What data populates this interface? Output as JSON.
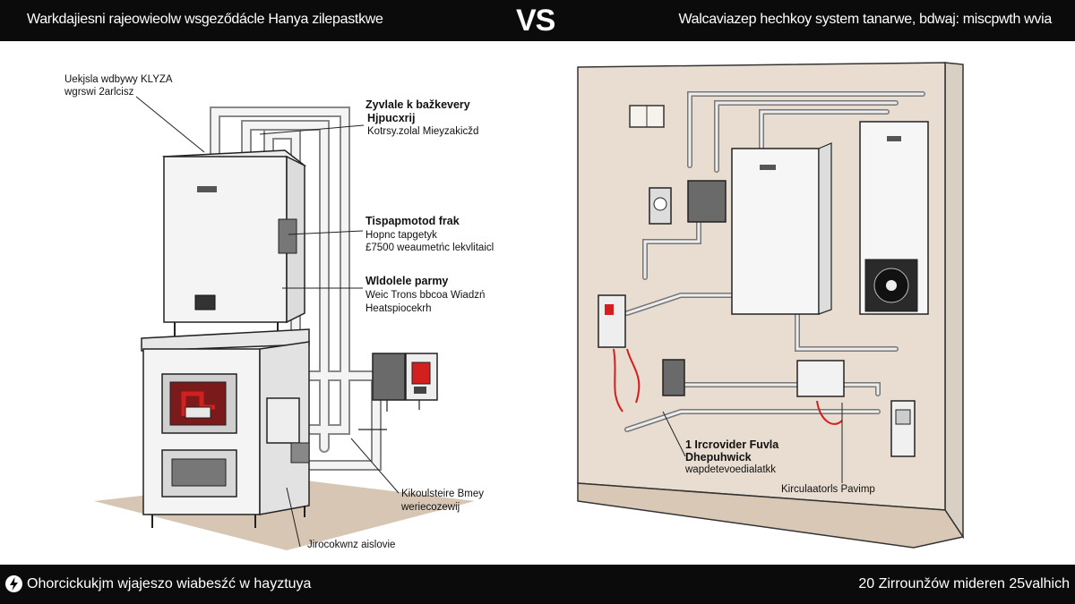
{
  "header": {
    "left_title": "Warkdajiesni rajeowieolw wsgeződácle Hanya zilepastkwe",
    "vs": "VS",
    "right_title": "Walcaviazep hechkoy system  tanarwe, bdwaj: miscpwth wvia"
  },
  "footer": {
    "left_text": "Ohorcickukjm wjajeszo wiabesźć w hayztuya",
    "right_text": "20 Zirrounžów mideren 25valhich"
  },
  "left_labels": {
    "top_label_1": "Uekjsla wdbywy KLYZA",
    "top_label_2": "wgrswi 2arlcisz",
    "zywiale_title": "Zyvlale k bažkevery",
    "zywiale_line2": "Hjpucxrij",
    "zywiale_line3": "Kotrsy.zolal Mieyzakicžd",
    "tisp_title": "Tispapmotod frak",
    "tisp_line2": "Hopnc tapgetyk",
    "tisp_line3": "£7500 weaumetńc lekvlitaicl",
    "wido_title": "Wldolele parmy",
    "wido_line2": "Weic Trons bbcoa Wiadzń",
    "wido_line3": "Heatspiocekrh",
    "kiko_line1": "Kikoulsteire Bmey",
    "kiko_line2": "weriecozewij",
    "bottom_label": "Jirocokwnz aislovie"
  },
  "right_labels": {
    "provider_line1": "1 Ircrovider Fuvla",
    "provider_line2": "Dhepuhwick",
    "provider_line3": "wapdetevoedialatkk",
    "pump_label": "Kirculaatorls Pavimp"
  },
  "colors": {
    "bar_bg": "#0b0b0b",
    "accent_red": "#d41f1f",
    "wall_beige": "#e8ddd0",
    "floor_beige": "#d9c8b6",
    "boiler_white": "#f4f4f4",
    "boiler_grey": "#e2e2e2"
  }
}
